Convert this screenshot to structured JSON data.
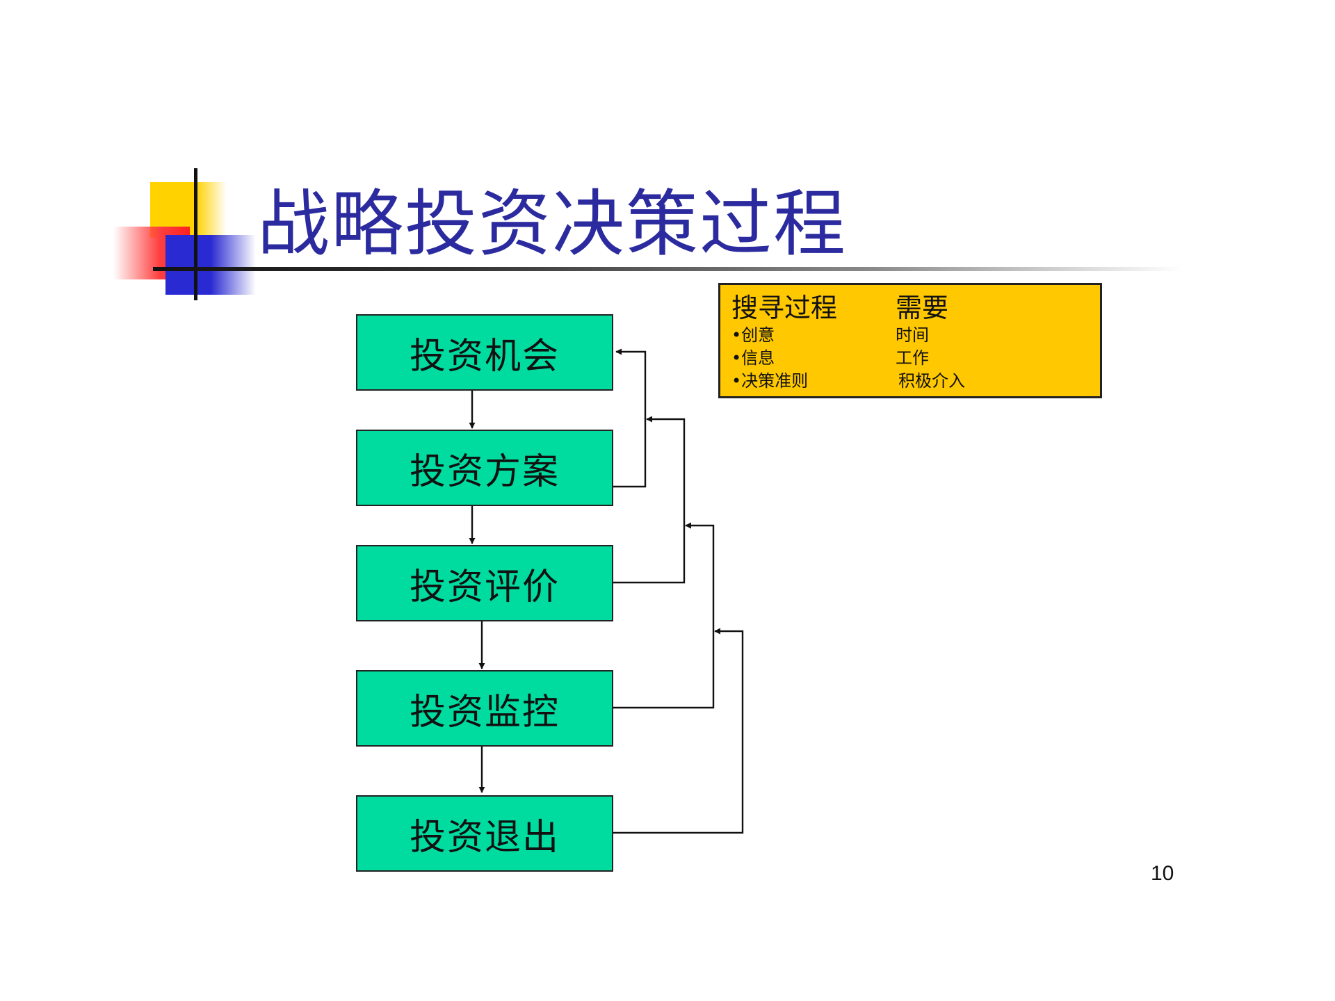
{
  "slide": {
    "title": "战略投资决策过程",
    "page_number": "10"
  },
  "steps": [
    {
      "label": "投资机会"
    },
    {
      "label": "投资方案"
    },
    {
      "label": "投资评价"
    },
    {
      "label": "投资监控"
    },
    {
      "label": "投资退出"
    }
  ],
  "info_box": {
    "left": {
      "heading": "搜寻过程",
      "items": [
        "•创意",
        "•信息",
        "•决策准则"
      ]
    },
    "right": {
      "heading": "需要",
      "items": [
        "时间",
        "工作",
        "积极介入"
      ]
    }
  },
  "colors": {
    "step_fill": "#00dca0",
    "info_fill": "#ffc800",
    "title": "#2b2b9f"
  }
}
